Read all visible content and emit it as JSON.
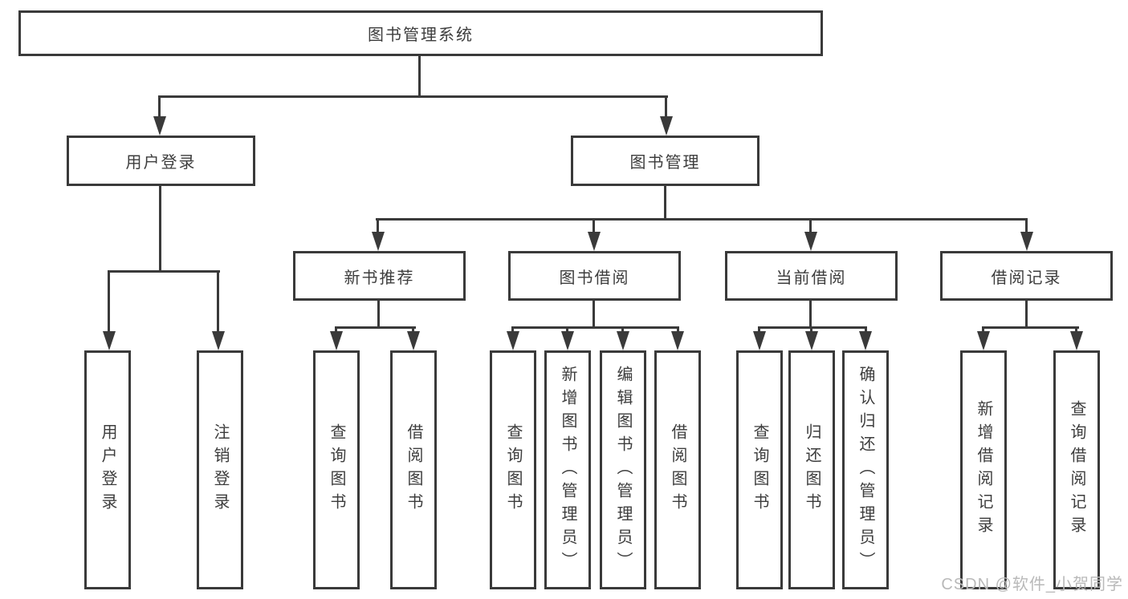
{
  "colors": {
    "line": "#3a3a3a",
    "text": "#3d3d3d",
    "background": "#ffffff",
    "watermark": "#b9b9b9"
  },
  "tree": {
    "root": {
      "label": "图书管理系统",
      "children": [
        {
          "label": "用户登录",
          "children": [
            {
              "label": "用户登录"
            },
            {
              "label": "注销登录"
            }
          ]
        },
        {
          "label": "图书管理",
          "children": [
            {
              "label": "新书推荐",
              "children": [
                {
                  "label": "查询图书"
                },
                {
                  "label": "借阅图书"
                }
              ]
            },
            {
              "label": "图书借阅",
              "children": [
                {
                  "label": "查询图书"
                },
                {
                  "label": "新增图书（管理员）"
                },
                {
                  "label": "编辑图书（管理员）"
                },
                {
                  "label": "借阅图书"
                }
              ]
            },
            {
              "label": "当前借阅",
              "children": [
                {
                  "label": "查询图书"
                },
                {
                  "label": "归还图书"
                },
                {
                  "label": "确认归还（管理员）"
                }
              ]
            },
            {
              "label": "借阅记录",
              "children": [
                {
                  "label": "新增借阅记录"
                },
                {
                  "label": "查询借阅记录"
                }
              ]
            }
          ]
        }
      ]
    }
  },
  "watermark": {
    "text": "CSDN @软件_小贺同学"
  }
}
